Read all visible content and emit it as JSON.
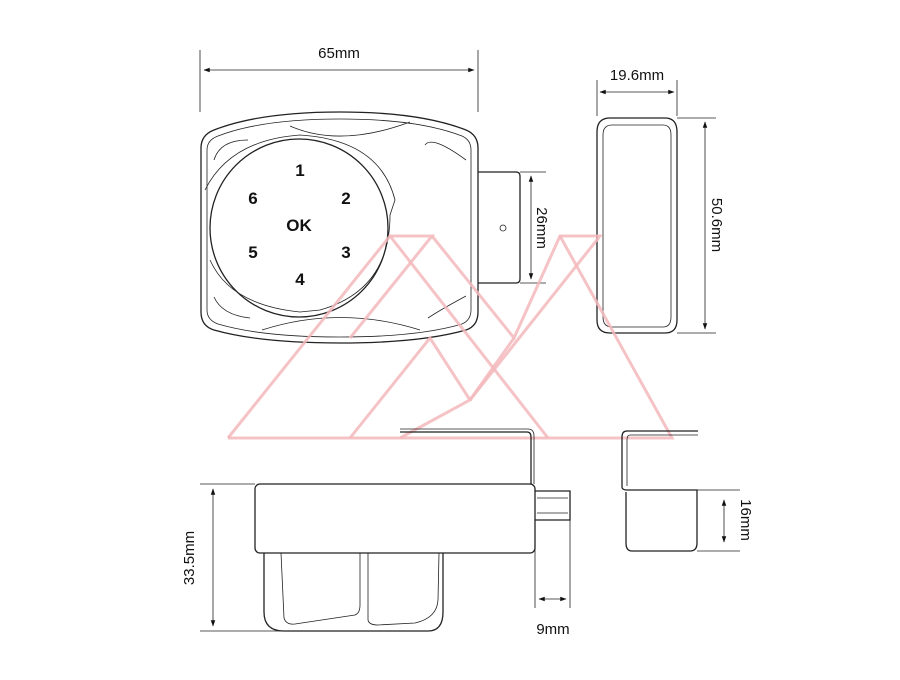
{
  "keypad": {
    "keys": [
      "1",
      "2",
      "3",
      "4",
      "5",
      "6"
    ],
    "ok": "OK"
  },
  "dimensions": {
    "width": "65mm",
    "latch_height": "26mm",
    "side_width": "19.6mm",
    "side_height": "50.6mm",
    "depth": "33.5mm",
    "bolt_throw": "9mm",
    "bracket_depth": "16mm"
  },
  "colors": {
    "line": "#222222",
    "watermark": "#f3b9bb"
  }
}
